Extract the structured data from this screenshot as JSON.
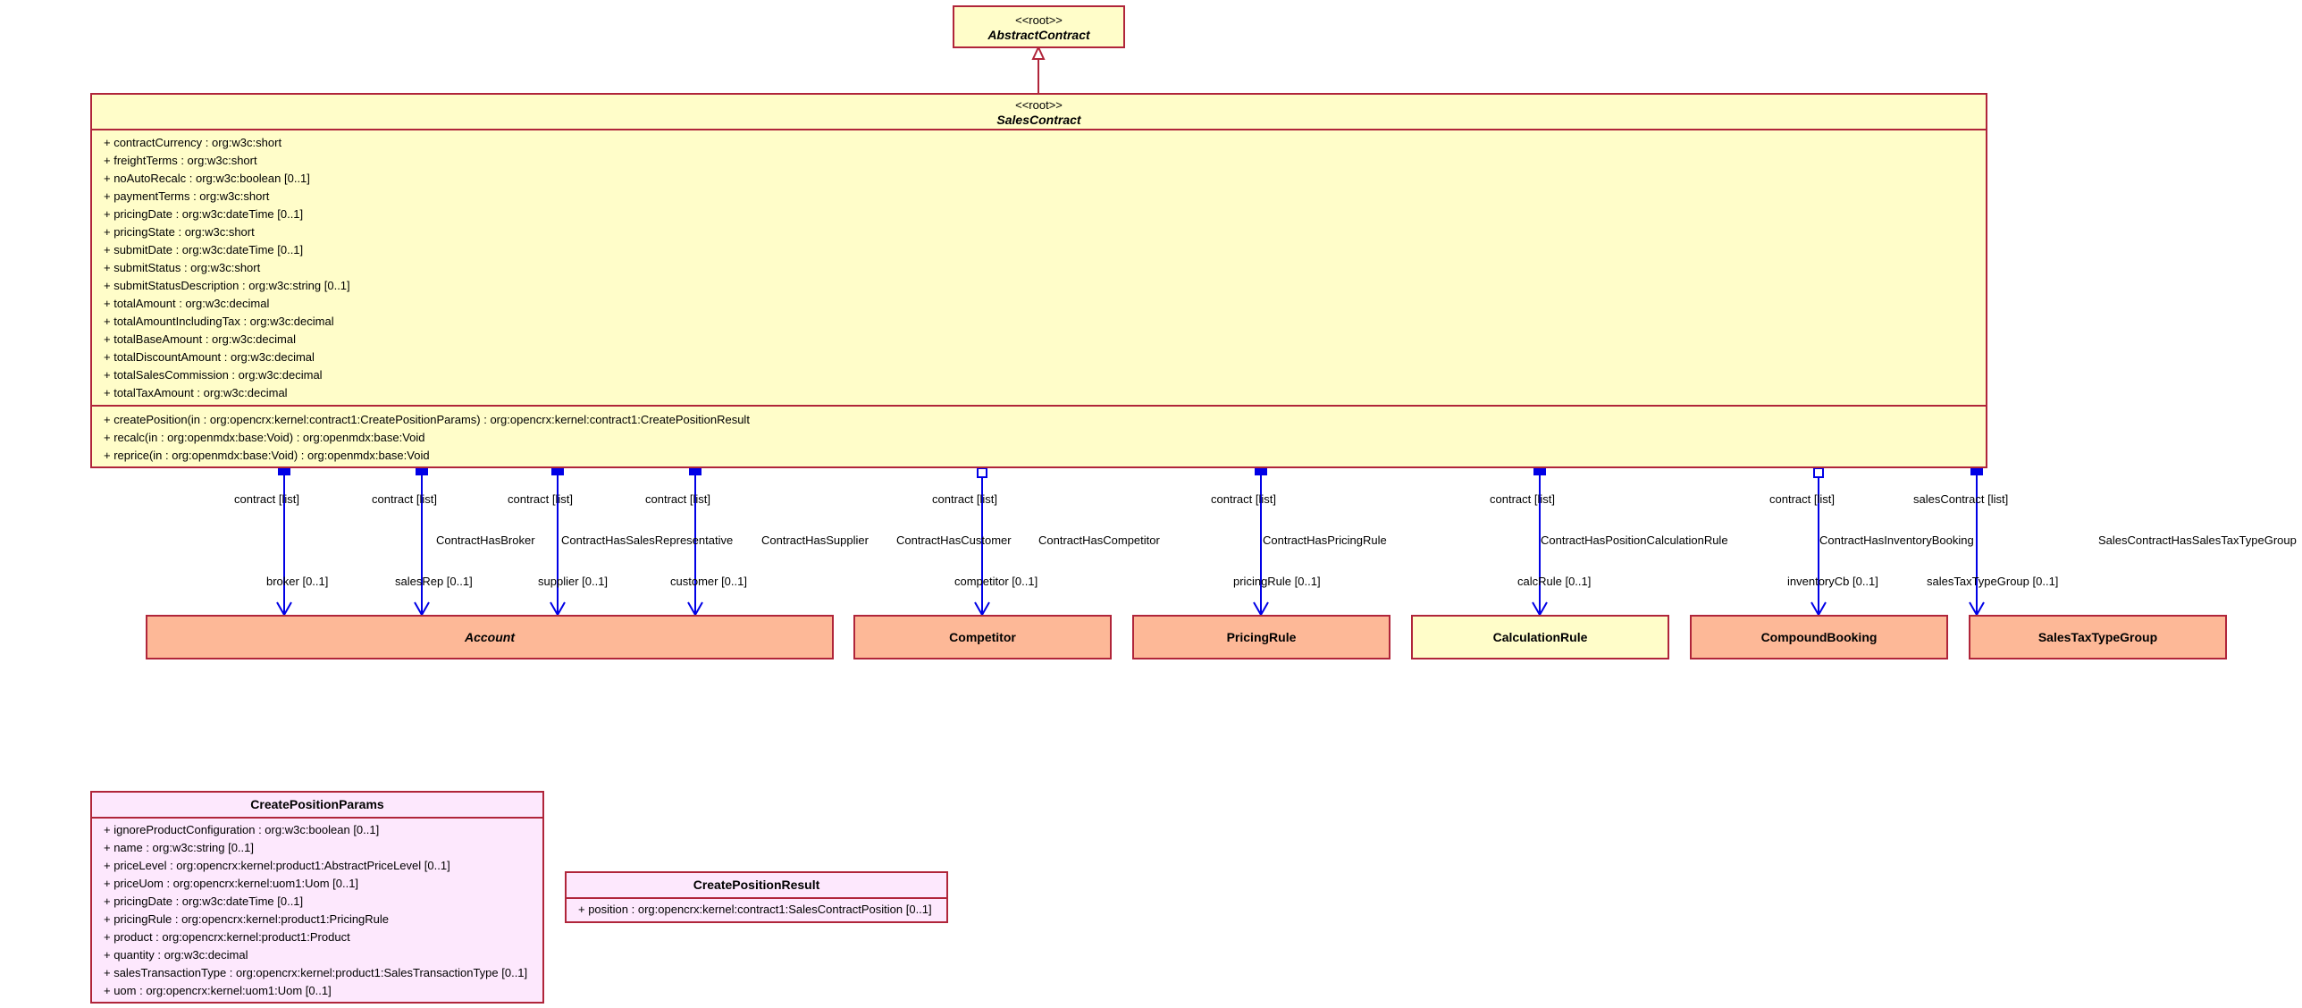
{
  "abstract_contract": {
    "stereotype": "<<root>>",
    "name": "AbstractContract"
  },
  "sales_contract": {
    "stereotype": "<<root>>",
    "name": "SalesContract",
    "attributes": [
      "+ contractCurrency : org:w3c:short",
      "+ freightTerms : org:w3c:short",
      "+ noAutoRecalc : org:w3c:boolean [0..1]",
      "+ paymentTerms : org:w3c:short",
      "+ pricingDate : org:w3c:dateTime [0..1]",
      "+ pricingState : org:w3c:short",
      "+ submitDate : org:w3c:dateTime [0..1]",
      "+ submitStatus : org:w3c:short",
      "+ submitStatusDescription : org:w3c:string [0..1]",
      "+ totalAmount : org:w3c:decimal",
      "+ totalAmountIncludingTax : org:w3c:decimal",
      "+ totalBaseAmount : org:w3c:decimal",
      "+ totalDiscountAmount : org:w3c:decimal",
      "+ totalSalesCommission : org:w3c:decimal",
      "+ totalTaxAmount : org:w3c:decimal"
    ],
    "operations": [
      "+ createPosition(in : org:opencrx:kernel:contract1:CreatePositionParams) : org:opencrx:kernel:contract1:CreatePositionResult",
      "+ recalc(in : org:openmdx:base:Void) : org:openmdx:base:Void",
      "+ reprice(in : org:openmdx:base:Void) : org:openmdx:base:Void"
    ]
  },
  "targets": {
    "account": "Account",
    "competitor": "Competitor",
    "pricing_rule": "PricingRule",
    "calculation_rule": "CalculationRule",
    "compound_booking": "CompoundBooking",
    "sales_tax_type_group": "SalesTaxTypeGroup"
  },
  "associations": {
    "broker": {
      "source_role": "contract [list]",
      "name": "ContractHasBroker",
      "target_role": "broker [0..1]"
    },
    "sales_rep": {
      "source_role": "contract [list]",
      "name": "ContractHasSalesRepresentative",
      "target_role": "salesRep [0..1]"
    },
    "supplier": {
      "source_role": "contract [list]",
      "name": "ContractHasSupplier",
      "target_role": "supplier [0..1]"
    },
    "customer": {
      "source_role": "contract [list]",
      "name": "ContractHasCustomer",
      "target_role": "customer [0..1]"
    },
    "competitor": {
      "source_role": "contract [list]",
      "name": "ContractHasCompetitor",
      "target_role": "competitor [0..1]"
    },
    "pricing_rule": {
      "source_role": "contract [list]",
      "name": "ContractHasPricingRule",
      "target_role": "pricingRule [0..1]"
    },
    "calc_rule": {
      "source_role": "contract [list]",
      "name": "ContractHasPositionCalculationRule",
      "target_role": "calcRule [0..1]"
    },
    "inventory": {
      "source_role": "contract [list]",
      "name": "ContractHasInventoryBooking",
      "target_role": "inventoryCb [0..1]"
    },
    "tax_group": {
      "source_role": "salesContract [list]",
      "name": "SalesContractHasSalesTaxTypeGroup",
      "target_role": "salesTaxTypeGroup [0..1]"
    }
  },
  "create_position_params": {
    "name": "CreatePositionParams",
    "attributes": [
      "+ ignoreProductConfiguration : org:w3c:boolean [0..1]",
      "+ name : org:w3c:string [0..1]",
      "+ priceLevel : org:opencrx:kernel:product1:AbstractPriceLevel [0..1]",
      "+ priceUom : org:opencrx:kernel:uom1:Uom [0..1]",
      "+ pricingDate : org:w3c:dateTime [0..1]",
      "+ pricingRule : org:opencrx:kernel:product1:PricingRule",
      "+ product : org:opencrx:kernel:product1:Product",
      "+ quantity : org:w3c:decimal",
      "+ salesTransactionType : org:opencrx:kernel:product1:SalesTransactionType [0..1]",
      "+ uom : org:opencrx:kernel:uom1:Uom [0..1]"
    ]
  },
  "create_position_result": {
    "name": "CreatePositionResult",
    "attributes": [
      "+ position : org:opencrx:kernel:contract1:SalesContractPosition [0..1]"
    ]
  },
  "colors": {
    "border": "#b0253a",
    "yellow_fill": "#fffdc9",
    "orange_fill": "#fdb897",
    "pink_fill": "#fde8fd",
    "association_line": "#0000e6"
  }
}
